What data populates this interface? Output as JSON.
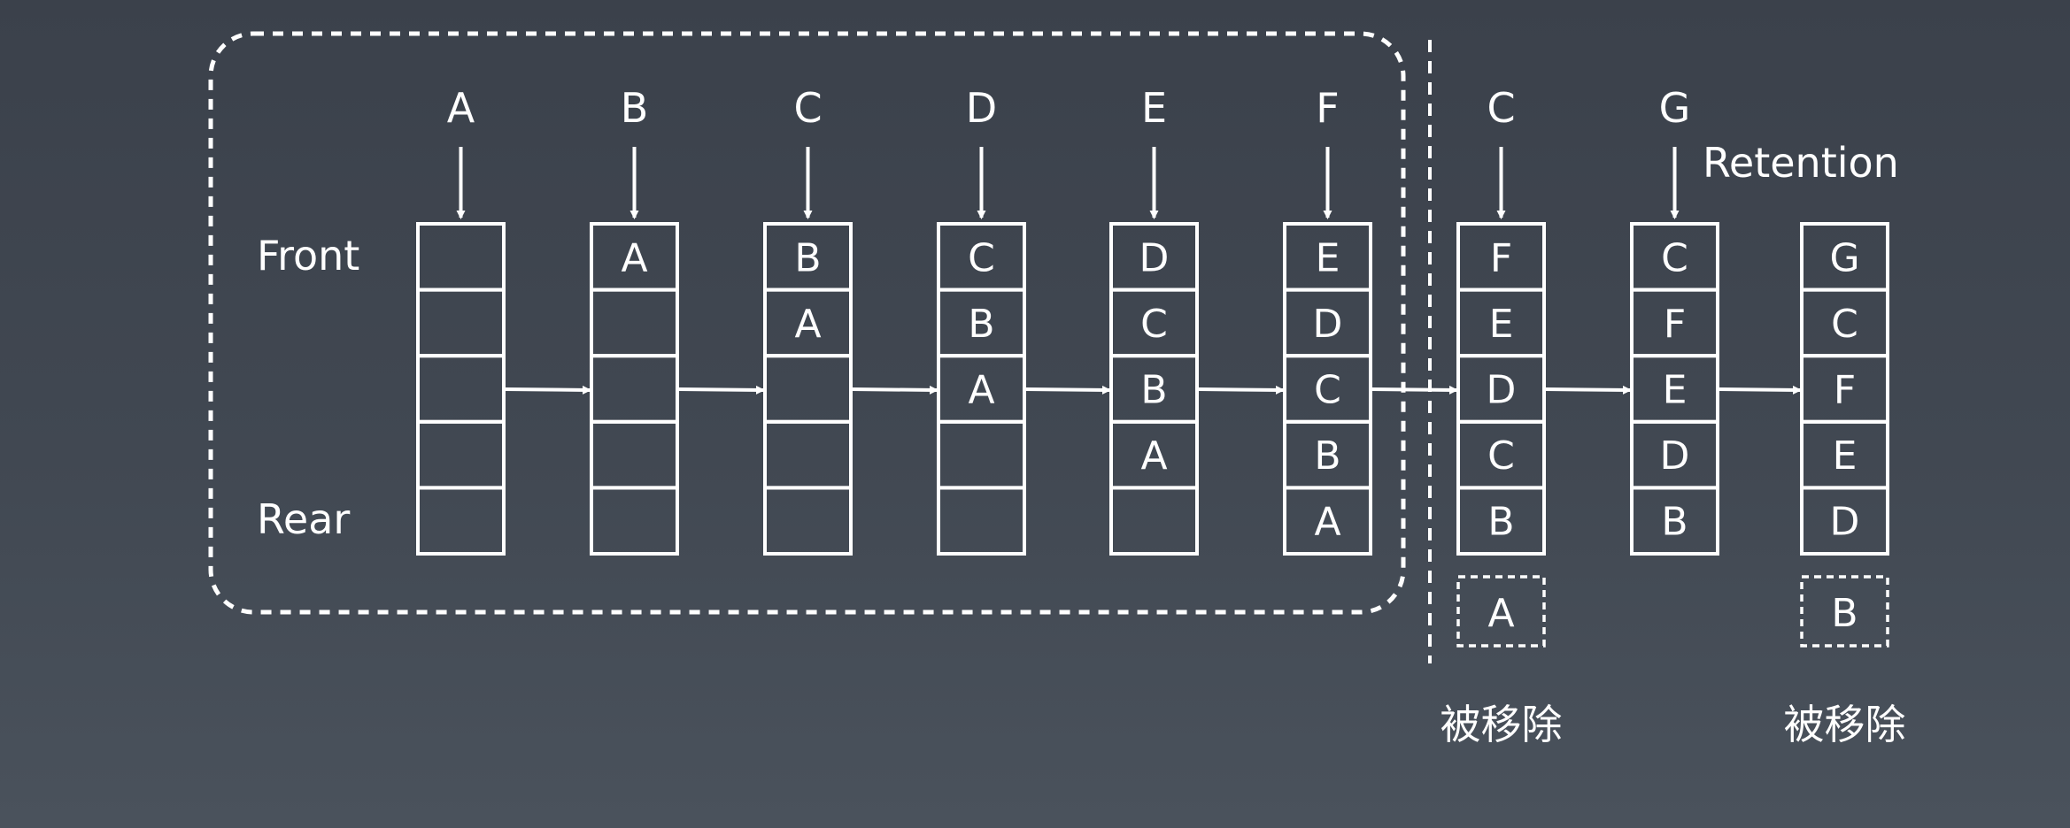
{
  "row_labels": {
    "front": "Front",
    "rear": "Rear"
  },
  "steps": [
    {
      "input": "A",
      "cells": [
        "",
        "",
        "",
        "",
        ""
      ]
    },
    {
      "input": "B",
      "cells": [
        "A",
        "",
        "",
        "",
        ""
      ]
    },
    {
      "input": "C",
      "cells": [
        "B",
        "A",
        "",
        "",
        ""
      ]
    },
    {
      "input": "D",
      "cells": [
        "C",
        "B",
        "A",
        "",
        ""
      ]
    },
    {
      "input": "E",
      "cells": [
        "D",
        "C",
        "B",
        "A",
        ""
      ]
    },
    {
      "input": "F",
      "cells": [
        "E",
        "D",
        "C",
        "B",
        "A"
      ]
    },
    {
      "input": "C",
      "cells": [
        "F",
        "E",
        "D",
        "C",
        "B"
      ],
      "removed": "A",
      "removed_label": "被移除"
    },
    {
      "input": "G",
      "cells": [
        "C",
        "F",
        "E",
        "D",
        "B"
      ],
      "annotation": "Retention"
    },
    {
      "input": "",
      "cells": [
        "G",
        "C",
        "F",
        "E",
        "D"
      ],
      "removed": "B",
      "removed_label": "被移除"
    }
  ],
  "colors": {
    "stroke": "#ffffff",
    "background": "#3f4650"
  }
}
